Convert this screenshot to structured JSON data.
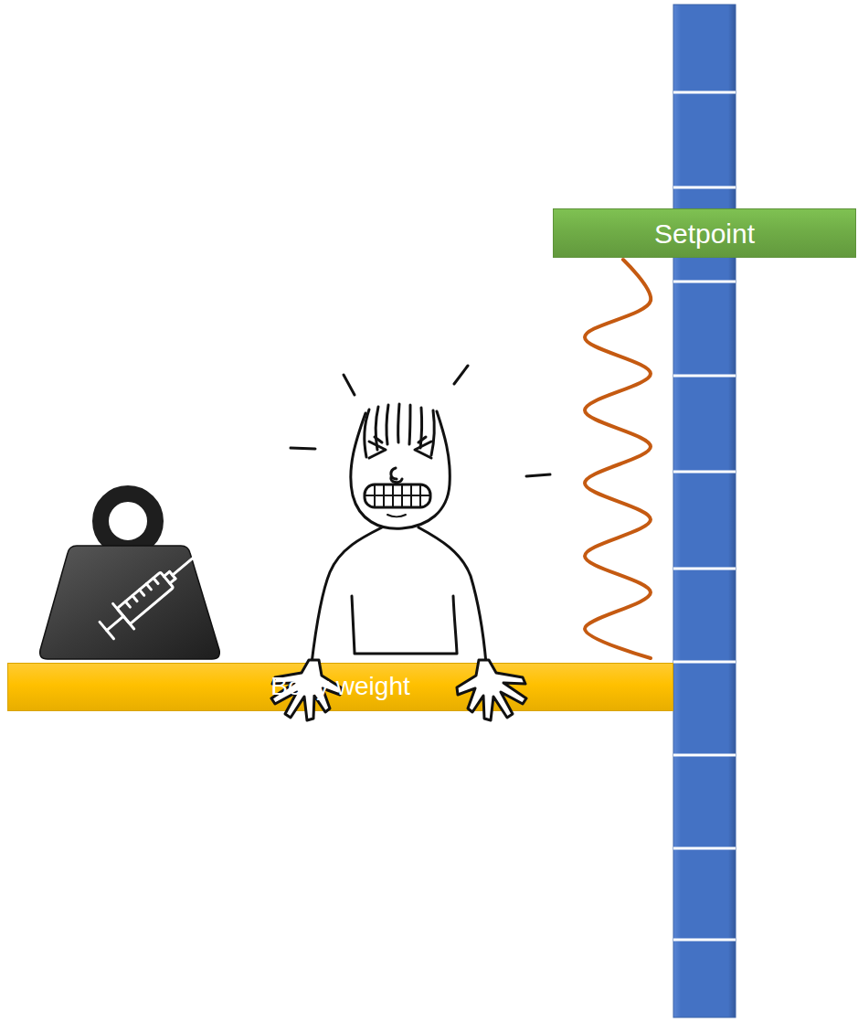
{
  "diagram": {
    "nodes": [
      {
        "text": [
          "Setpoint"
        ]
      },
      {
        "text": [
          "Body weight"
        ]
      }
    ],
    "edges": [
      {
        "from": 0,
        "to": 1,
        "arrow": "none"
      }
    ]
  }
}
